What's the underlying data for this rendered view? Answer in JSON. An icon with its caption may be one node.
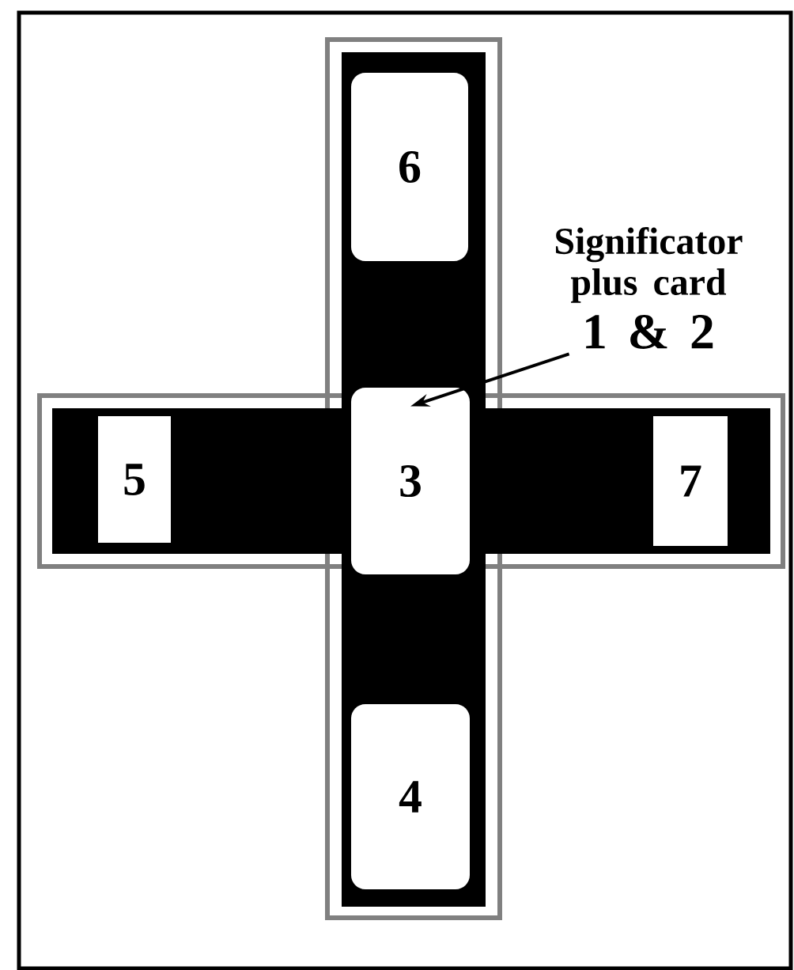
{
  "diagram": {
    "nodes": [
      {
        "text": [
          "6"
        ]
      },
      {
        "text": [
          "5"
        ]
      },
      {
        "text": [
          "3"
        ]
      },
      {
        "text": [
          "7"
        ]
      },
      {
        "text": [
          "4"
        ]
      },
      {
        "text": [
          "Significator plus card",
          "1 & 2"
        ]
      }
    ],
    "edges": [
      {
        "from": 5,
        "to": 2,
        "arrow": "to"
      }
    ]
  }
}
